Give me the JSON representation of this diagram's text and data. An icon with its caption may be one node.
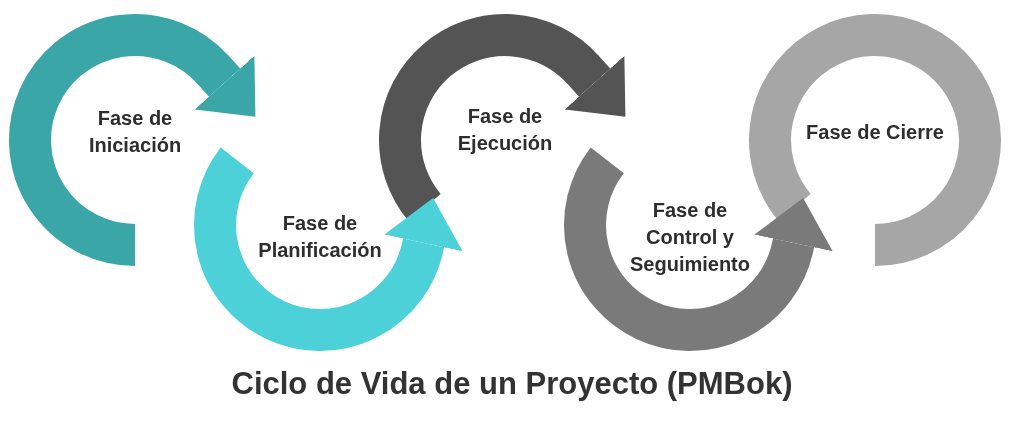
{
  "diagram": {
    "caption": "Ciclo de Vida de un Proyecto (PMBok)",
    "nodes": [
      {
        "text": [
          "Fase de Iniciación"
        ]
      },
      {
        "text": [
          "Fase de Planificación"
        ]
      },
      {
        "text": [
          "Fase de Ejecución"
        ]
      },
      {
        "text": [
          "Fase de Control y Seguimiento"
        ]
      },
      {
        "text": [
          "Fase de Cierre"
        ]
      }
    ],
    "edges": [
      {
        "from": 0,
        "to": 1,
        "arrow": "to"
      },
      {
        "from": 1,
        "to": 2,
        "arrow": "to"
      },
      {
        "from": 2,
        "to": 3,
        "arrow": "to"
      },
      {
        "from": 3,
        "to": 4,
        "arrow": "to"
      }
    ]
  }
}
